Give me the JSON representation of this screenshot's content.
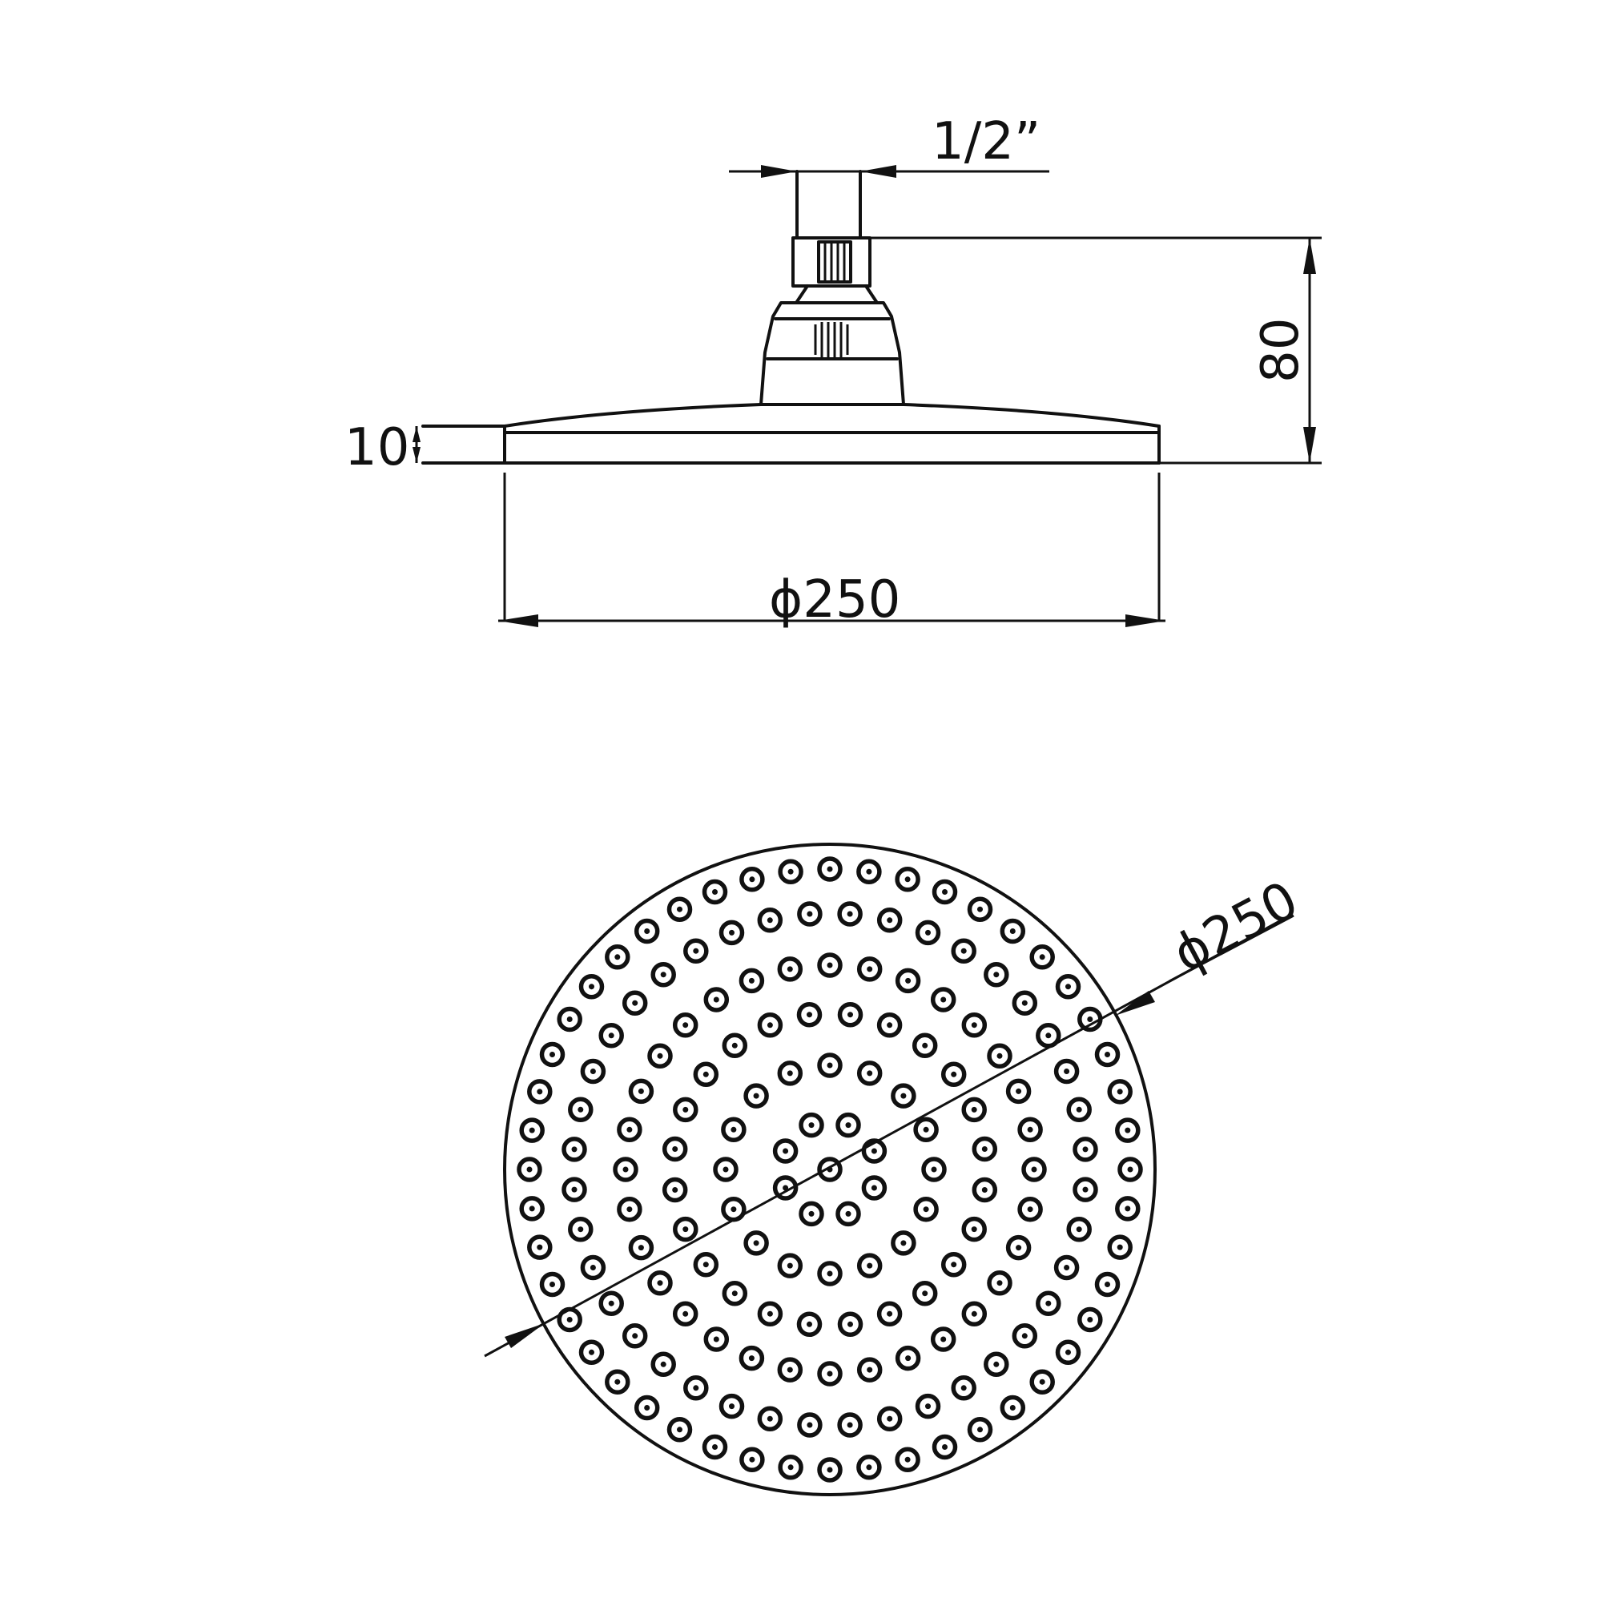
{
  "side_view": {
    "thread_label": "1/2”",
    "height_label": "80",
    "thickness_label": "10",
    "diameter_label": "ϕ250"
  },
  "top_view": {
    "diameter_label": "ϕ250",
    "nozzle_rings": [
      {
        "count": 1
      },
      {
        "count": 8
      },
      {
        "count": 16
      },
      {
        "count": 24
      },
      {
        "count": 32
      },
      {
        "count": 40
      },
      {
        "count": 48
      }
    ]
  },
  "colors": {
    "line": "#111111",
    "background": "#ffffff"
  }
}
